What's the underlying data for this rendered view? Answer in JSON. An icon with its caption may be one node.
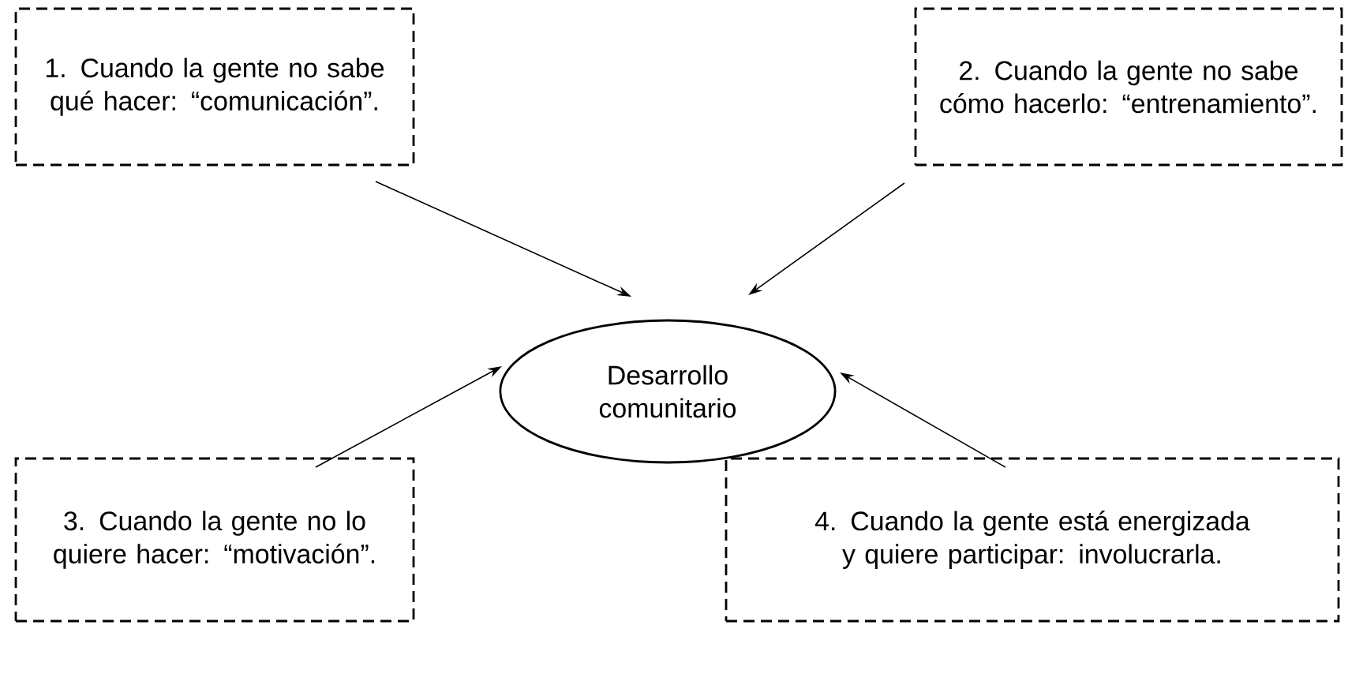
{
  "diagram": {
    "nodes": [
      {
        "text": [
          "1. Cuando la gente no sabe qué hacer: “comunicación”."
        ]
      },
      {
        "text": [
          "2. Cuando la gente no sabe cómo hacerlo: “entrenamiento”."
        ]
      },
      {
        "text": [
          "Desarrollo comunitario"
        ]
      },
      {
        "text": [
          "3. Cuando la gente no lo quiere hacer: “motivación”."
        ]
      },
      {
        "text": [
          "4. Cuando la gente está energizada y quiere participar: involucrarla."
        ]
      }
    ],
    "edges": [
      {
        "from": 0,
        "to": 2,
        "arrow": "to"
      },
      {
        "from": 1,
        "to": 2,
        "arrow": "to"
      },
      {
        "from": 3,
        "to": 2,
        "arrow": "to"
      },
      {
        "from": 4,
        "to": 2,
        "arrow": "to"
      }
    ]
  }
}
